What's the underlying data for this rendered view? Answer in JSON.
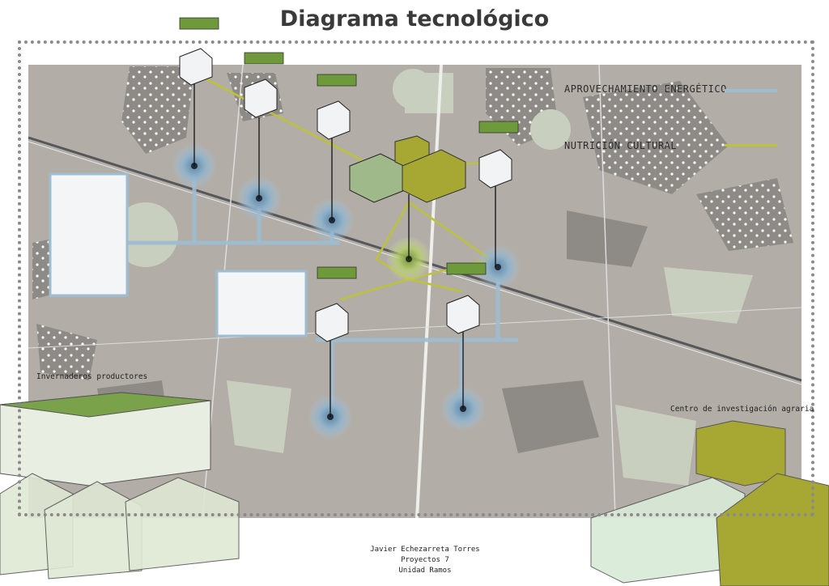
{
  "title": "Diagrama tecnológico",
  "legend": {
    "energy": {
      "label": "APROVECHAMIENTO ENERGÉTICO",
      "color": "#9dbdd3"
    },
    "nutrition": {
      "label": "NUTRICIÓN CULTURAL",
      "color": "#bcc23a"
    }
  },
  "labels": {
    "producers": "Invernaderos productores",
    "research": "Centro de investigación agraria"
  },
  "credits": {
    "author": "Javier Echezarreta Torres",
    "course": "Proyectos 7",
    "unit": "Unidad Ramos"
  },
  "colors": {
    "map_bg": "#b2ada7",
    "map_dark": "#8e8b87",
    "map_green": "#c9cfbf",
    "building_olive": "#a7a834"
  }
}
